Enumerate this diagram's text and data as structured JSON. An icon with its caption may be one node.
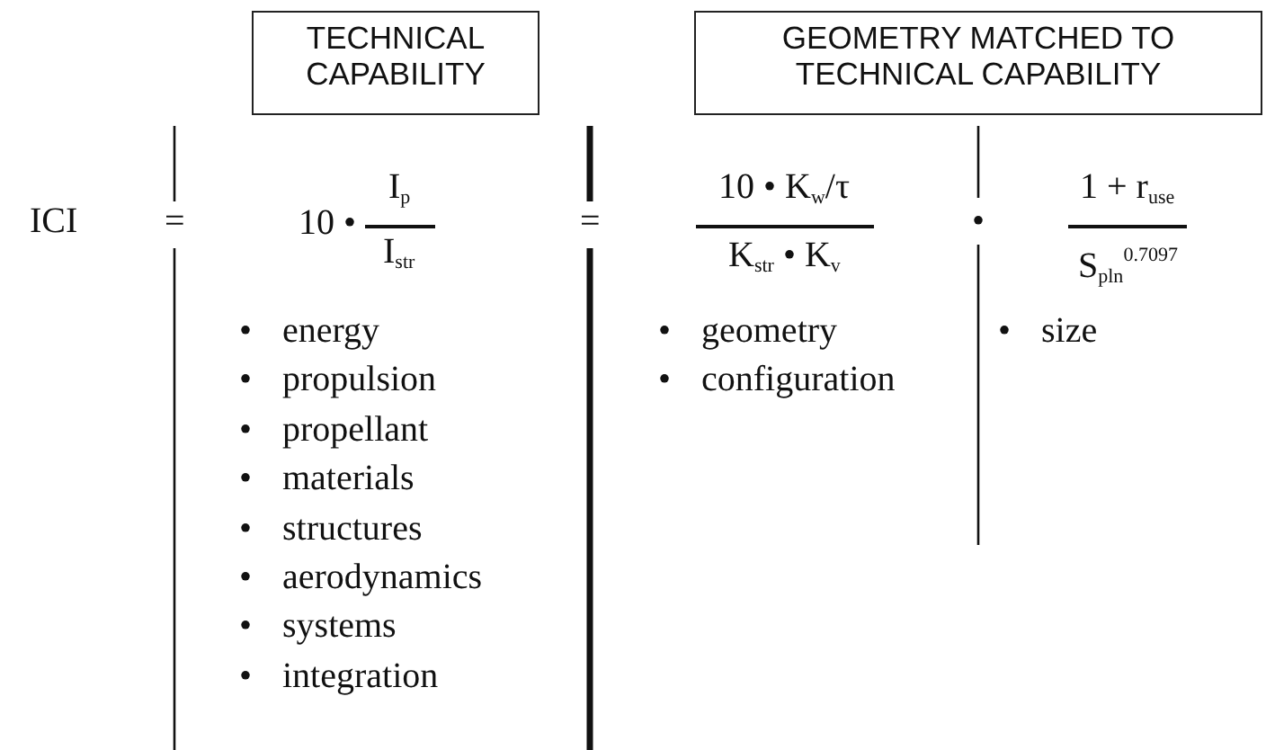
{
  "diagram": {
    "nodes": [
      {
        "text": [
          "TECHNICAL CAPABILITY"
        ]
      },
      {
        "text": [
          "GEOMETRY MATCHED TO TECHNICAL CAPABILITY"
        ]
      }
    ],
    "edges": [],
    "labels": [
      "ICI",
      "=",
      "10 •",
      "I$_{p}$",
      "I$_{str}$",
      "=",
      "10 • K$_{w}$/τ",
      "K$_{str}$ • K$_{v}$",
      "•",
      "1 + r$_{use}$",
      "S$_{pln}$$^{0.7097}$",
      "• energy",
      "• propulsion",
      "• propellant",
      "• materials",
      "• structures",
      "• aerodynamics",
      "• systems",
      "• integration",
      "• geometry",
      "• configuration",
      "• size"
    ]
  }
}
